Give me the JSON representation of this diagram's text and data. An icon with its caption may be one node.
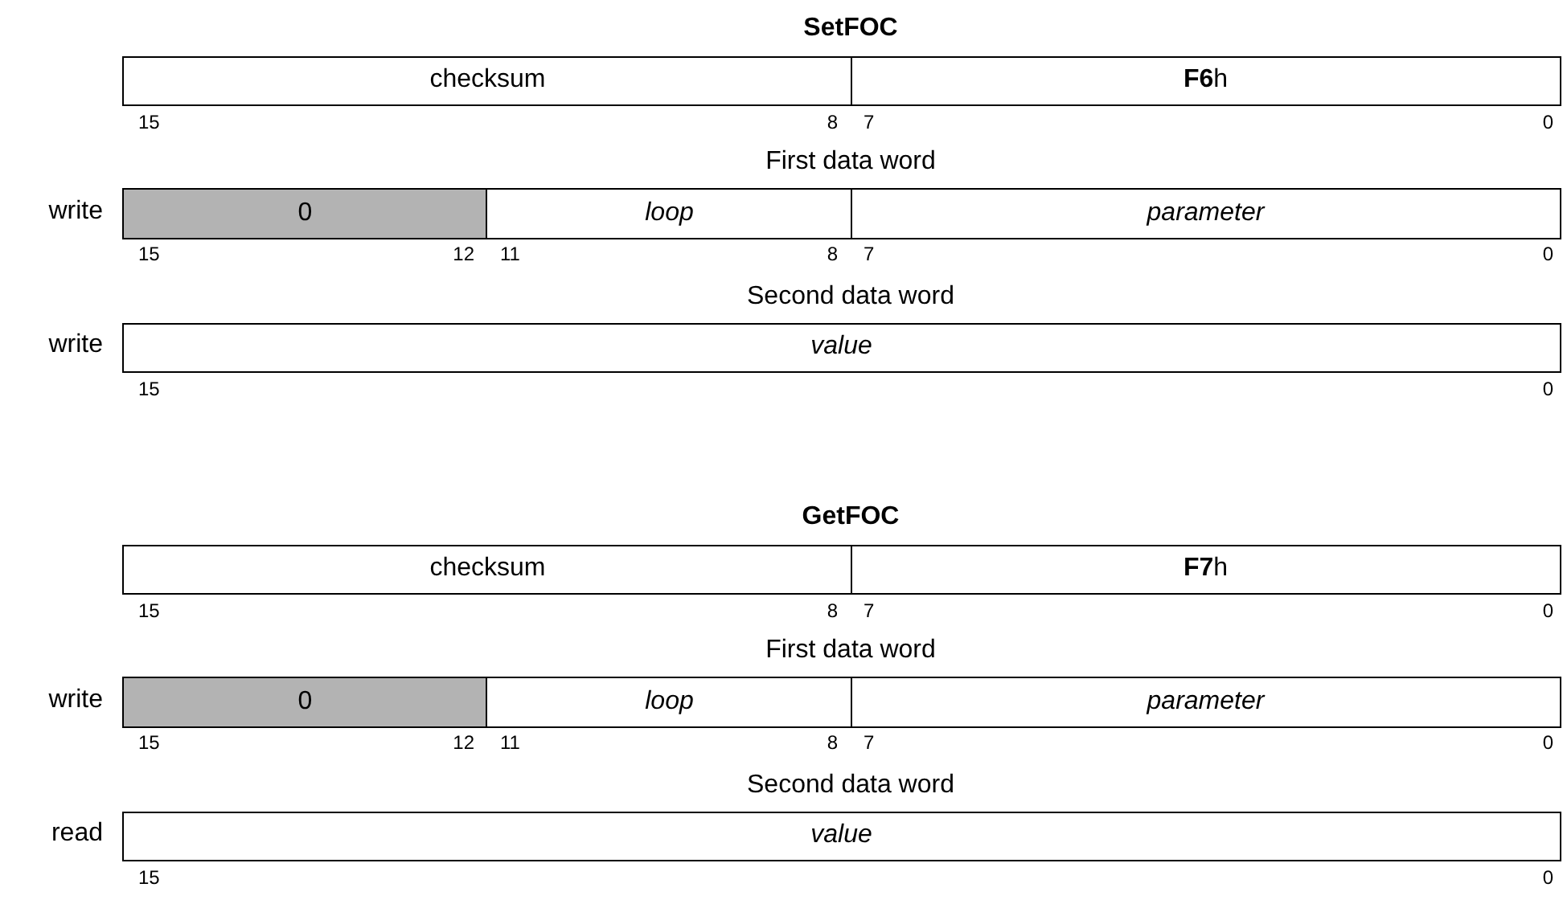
{
  "diagram": {
    "nodes": [
      {
        "text": [
          "checksum"
        ]
      },
      {
        "text": [
          "**F6**h"
        ]
      },
      {
        "text": [
          "0"
        ]
      },
      {
        "text": [
          "loop"
        ]
      },
      {
        "text": [
          "parameter"
        ]
      },
      {
        "text": [
          "value"
        ]
      },
      {
        "text": [
          "checksum"
        ]
      },
      {
        "text": [
          "**F7**h"
        ]
      },
      {
        "text": [
          "0"
        ]
      },
      {
        "text": [
          "loop"
        ]
      },
      {
        "text": [
          "parameter"
        ]
      },
      {
        "text": [
          "value"
        ]
      }
    ],
    "edges": [],
    "labels": [
      "SetFOC",
      "15",
      "8",
      "7",
      "0",
      "First data word",
      "write",
      "15",
      "12",
      "11",
      "8",
      "7",
      "0",
      "Second data word",
      "write",
      "15",
      "0",
      "GetFOC",
      "15",
      "8",
      "7",
      "0",
      "First data word",
      "write",
      "15",
      "12",
      "11",
      "8",
      "7",
      "0",
      "Second data word",
      "read",
      "15",
      "0"
    ]
  }
}
